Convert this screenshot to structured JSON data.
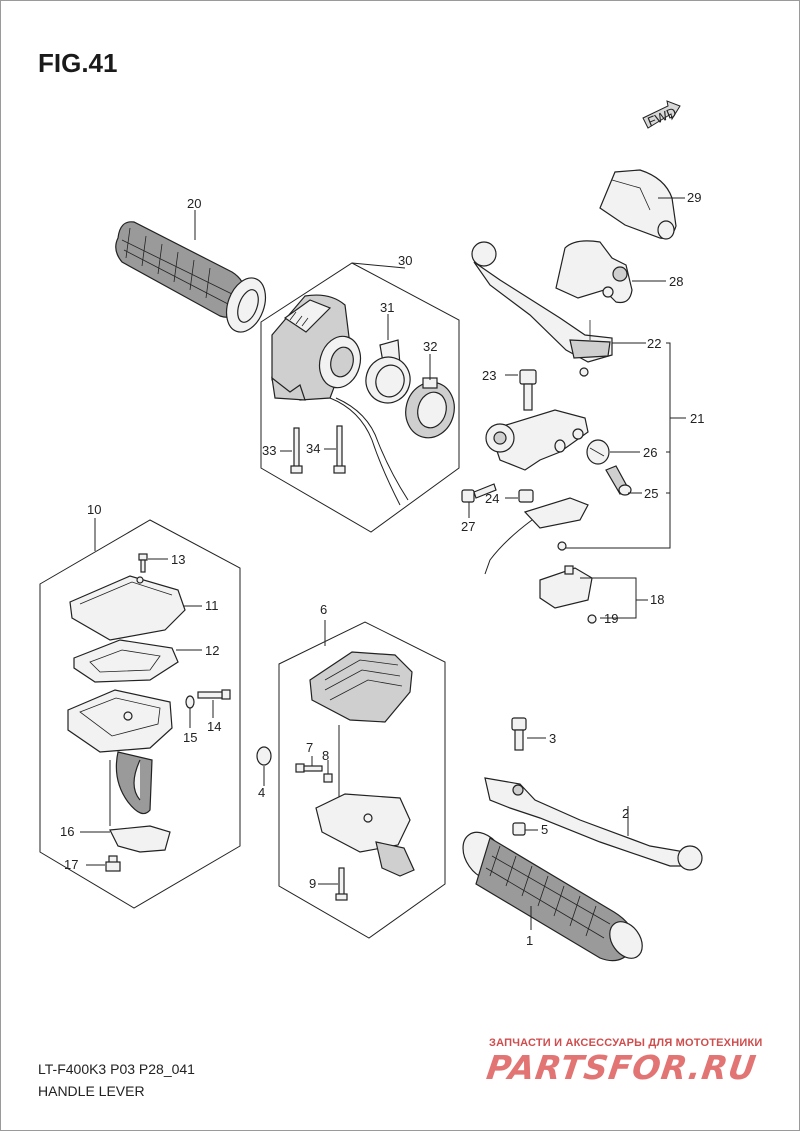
{
  "figure": {
    "title": "FIG.41",
    "model_code": "LT-F400K3 P03 P28_041",
    "caption": "HANDLE LEVER",
    "fwd_label": "FWD"
  },
  "watermark": {
    "tagline": "ЗАПЧАСТИ И АКСЕССУАРЫ ДЛЯ МОТОТЕХНИКИ",
    "logo": "PARTSFOR.RU"
  },
  "callouts": {
    "c1": "1",
    "c2": "2",
    "c3": "3",
    "c4": "4",
    "c5": "5",
    "c6": "6",
    "c7": "7",
    "c8": "8",
    "c9": "9",
    "c10": "10",
    "c11": "11",
    "c12": "12",
    "c13": "13",
    "c14": "14",
    "c15": "15",
    "c16": "16",
    "c17": "17",
    "c18": "18",
    "c19": "19",
    "c20": "20",
    "c21": "21",
    "c22": "22",
    "c23": "23",
    "c24": "24",
    "c25": "25",
    "c26": "26",
    "c27": "27",
    "c28": "28",
    "c29": "29",
    "c30": "30",
    "c31": "31",
    "c32": "32",
    "c33": "33",
    "c34": "34"
  }
}
